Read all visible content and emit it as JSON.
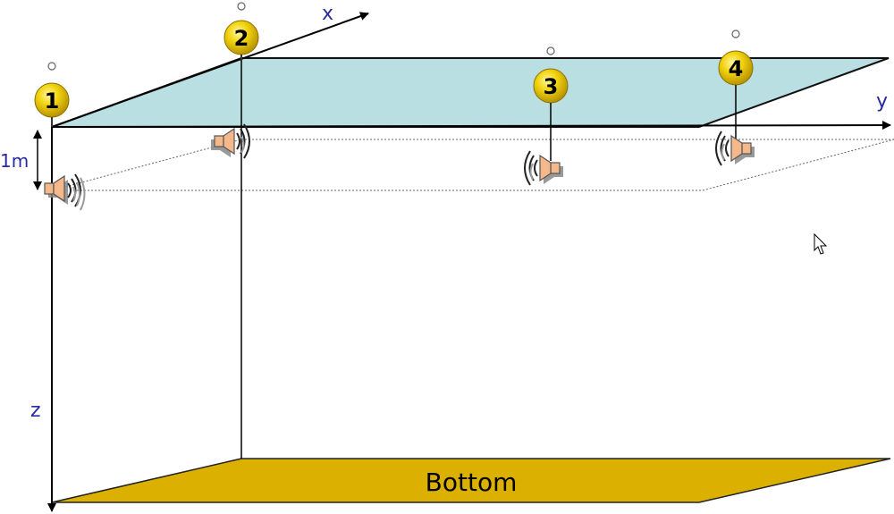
{
  "labels": {
    "x_axis": "x",
    "y_axis": "y",
    "z_axis": "z",
    "depth": "1m",
    "bottom": "Bottom"
  },
  "buoys": [
    {
      "id": "1"
    },
    {
      "id": "2"
    },
    {
      "id": "3"
    },
    {
      "id": "4"
    }
  ],
  "colors": {
    "water_surface": "#b9dfe3",
    "bottom_plane": "#dcb000",
    "buoy": "#f2d40f",
    "speaker": "#f5b88a",
    "label_blue": "#2a2aa0"
  },
  "icons": [
    "buoy-icon",
    "speaker-icon",
    "mouse-cursor-icon"
  ]
}
